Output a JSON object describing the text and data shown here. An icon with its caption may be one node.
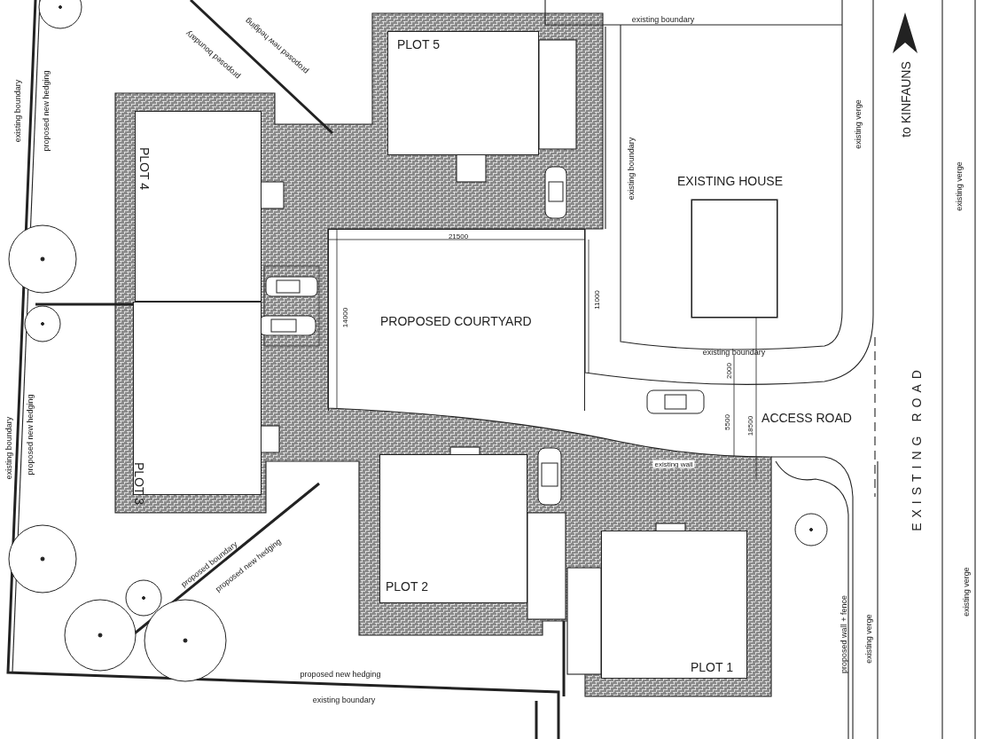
{
  "diagram": {
    "nodes": [
      {
        "text": [
          "PLOT 5"
        ]
      },
      {
        "text": [
          "PLOT 4"
        ]
      },
      {
        "text": [
          "PROPOSED COURTYARD"
        ]
      },
      {
        "text": [
          "EXISTING HOUSE"
        ]
      },
      {
        "text": [
          "PLOT 3"
        ]
      },
      {
        "text": [
          "PLOT 2"
        ]
      },
      {
        "text": [
          "PLOT 1"
        ]
      }
    ],
    "edges": [],
    "labels": [
      "existing boundary",
      "proposed new hedging",
      "proposed boundary",
      "proposed new hedging",
      "existing boundary",
      "existing boundary",
      "existing verge",
      "to KINFAUNS",
      "existing verge",
      "21500",
      "11000",
      "14000",
      "existing boundary",
      "2000",
      "ACCESS ROAD",
      "5500",
      "18500",
      "existing wall",
      "EXISTING ROAD",
      "existing boundary",
      "proposed new hedging",
      "proposed boundary",
      "proposed new hedging",
      "proposed wall + fence",
      "existing verge",
      "existing verge",
      "proposed new hedging",
      "existing boundary"
    ]
  }
}
